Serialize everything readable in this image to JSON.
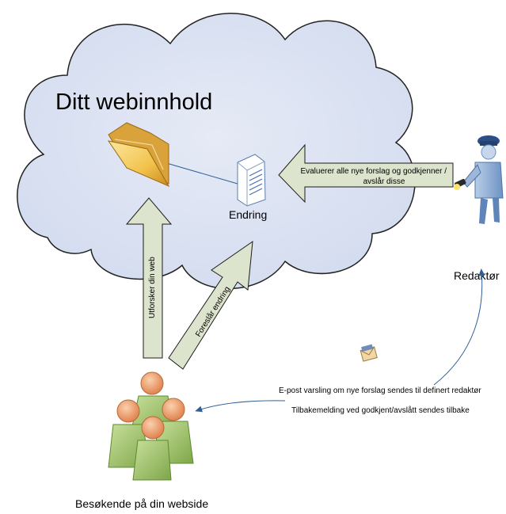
{
  "cloud": {
    "title": "Ditt webinnhold"
  },
  "nodes": {
    "folder": {
      "icon": "folder-icon"
    },
    "change": {
      "icon": "document-icon",
      "label": "Endring"
    },
    "editor": {
      "icon": "guard-with-flashlight-icon",
      "label": "Redaktør"
    },
    "visitors": {
      "icon": "people-group-icon",
      "label": "Besøkende på din webside"
    },
    "email": {
      "icon": "envelope-icon"
    }
  },
  "arrows": {
    "explore": {
      "label": "Utforsker din web"
    },
    "suggest": {
      "label": "Foreslår endring"
    },
    "evaluate": {
      "line1": "Evaluerer alle nye forslag og godkjenner /",
      "line2": "avslår disse"
    }
  },
  "notes": {
    "email_notice": "E-post varsling om nye forslag sendes til definert redaktør",
    "feedback_notice": "Tilbakemelding ved godkjent/avslått sendes tilbake"
  },
  "colors": {
    "cloud_fill": "#dde3f2",
    "cloud_stroke": "#222222",
    "arrow_fill": "#dde4cd",
    "arrow_stroke": "#1c1c1c",
    "person_green": "#9dc36b",
    "person_head": "#f0a070",
    "connector_blue": "#2f5f97",
    "folder_yellow": "#f2c34c"
  }
}
